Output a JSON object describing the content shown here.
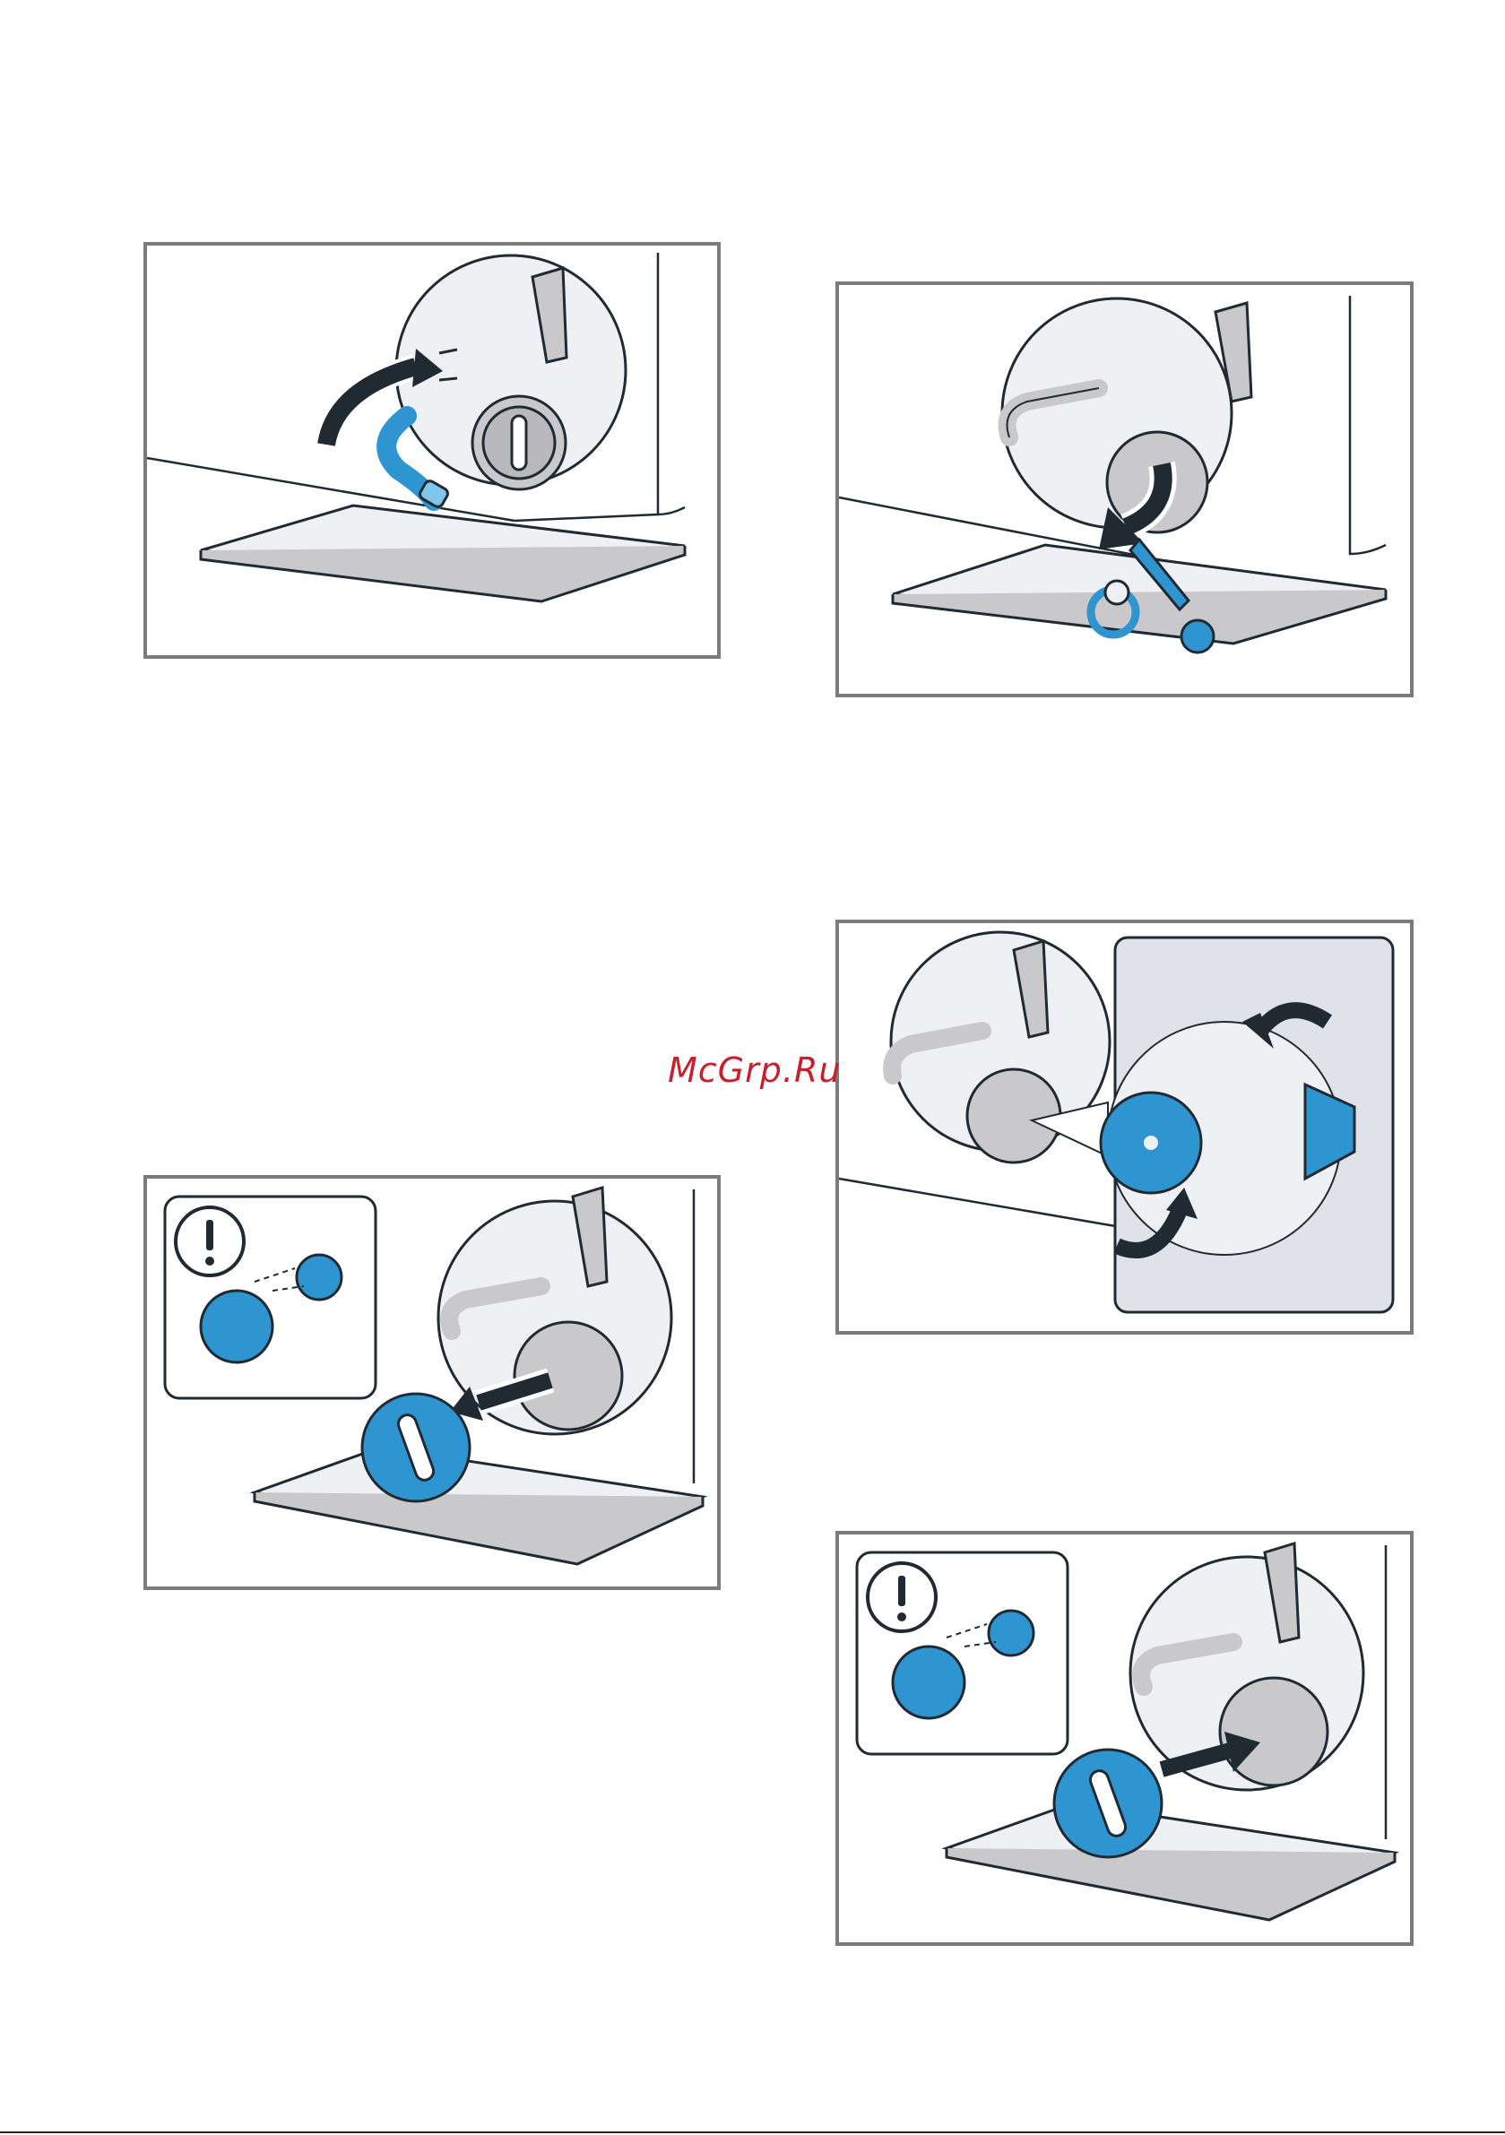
{
  "watermark": {
    "text": "McGrp.Ru",
    "color": "#c8202a"
  },
  "colors": {
    "frame": "#7b7b7b",
    "accent_blue": "#2f95d0",
    "light_blue": "#7fc6ec",
    "dark_outline": "#1f2a33",
    "machine_fill": "#eef0f4",
    "filter_grey": "#c9c9cc"
  },
  "steps": [
    {
      "id": "step-pull-out-hose",
      "icons": [
        "curved-arrow-icon",
        "emergency-hose-icon",
        "filter-cap-icon"
      ]
    },
    {
      "id": "step-remove-debris",
      "icons": [
        "arrow-down-icon",
        "paper-clip-icon",
        "ring-icon",
        "button-icon"
      ]
    },
    {
      "id": "step-clean-pump-impeller",
      "icons": [
        "rotate-arrow-icon",
        "pump-impeller-icon"
      ]
    },
    {
      "id": "step-unscrew-filter",
      "icons": [
        "warning-icon",
        "arrow-icon",
        "filter-cap-icon"
      ]
    },
    {
      "id": "step-insert-filter",
      "icons": [
        "warning-icon",
        "arrow-icon",
        "filter-cap-icon"
      ]
    }
  ]
}
